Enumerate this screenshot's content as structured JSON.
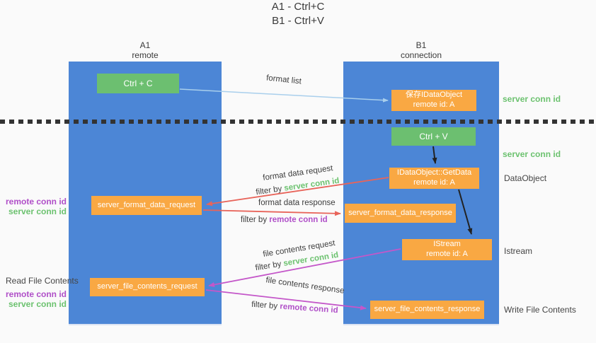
{
  "title": {
    "lines": [
      "A1 - Ctrl+C",
      "B1 - Ctrl+V"
    ]
  },
  "columns": {
    "left": {
      "name": "A1",
      "role": "remote"
    },
    "right": {
      "name": "B1",
      "role": "connection"
    }
  },
  "nodes": {
    "ctrl_c": {
      "label": "Ctrl + C"
    },
    "ctrl_v": {
      "label": "Ctrl + V"
    },
    "save_idataobject": {
      "line1": "保存IDataObject",
      "line2": "remote id: A"
    },
    "getdata": {
      "line1": "IDataObject::GetData",
      "line2": "remote id: A"
    },
    "istream": {
      "line1": "IStream",
      "line2": "remote id: A"
    },
    "format_request": {
      "label": "server_format_data_request"
    },
    "format_response": {
      "label": "server_format_data_response"
    },
    "file_request": {
      "label": "server_file_contents_request"
    },
    "file_response": {
      "label": "server_file_contents_response"
    }
  },
  "edge_labels": {
    "format_list": "format list",
    "format_data_request": "format data request",
    "format_data_response": "format data response",
    "file_contents_request": "file contents request",
    "file_contents_response": "file contents response",
    "filter_by": "filter by ",
    "server_conn_id": "server conn id",
    "remote_conn_id": "remote conn id"
  },
  "side_labels": {
    "server_conn_id": "server conn id",
    "remote_conn_id": "remote conn id",
    "dataobject": "DataObject",
    "istream": "Istream",
    "read_file_contents": "Read File Contents",
    "write_file_contents": "Write File Contents"
  },
  "colors": {
    "lane_blue": "#4c86d6",
    "node_green": "#6cbf70",
    "node_orange": "#f9a843",
    "arrow_blue": "#a9cfec",
    "arrow_black": "#222222",
    "arrow_red": "#e8645a",
    "arrow_magenta": "#c457c9",
    "green_text": "#6cc26f",
    "purple_text": "#b04fc8"
  }
}
